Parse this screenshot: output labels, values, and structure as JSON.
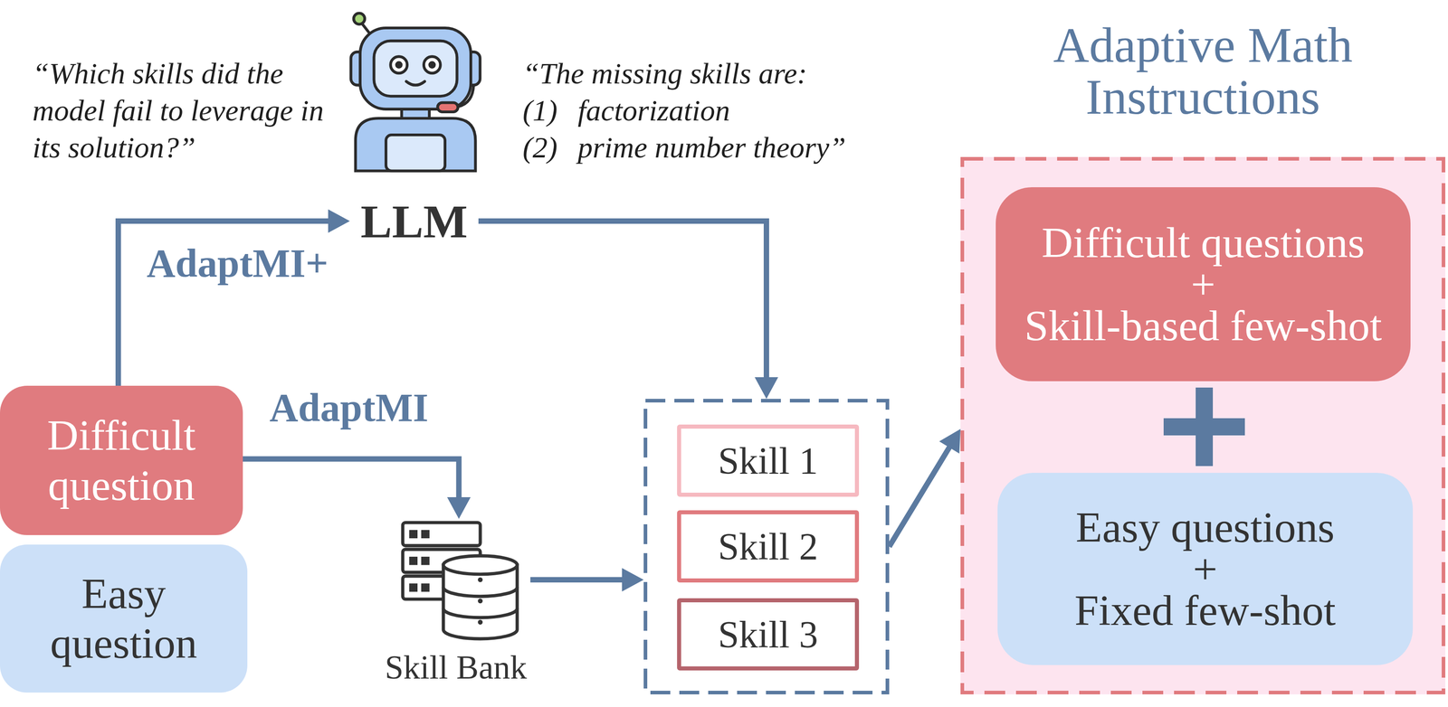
{
  "diagram": {
    "nodes": [
      {
        "text": [
          "Difficult question"
        ]
      },
      {
        "text": [
          "Easy question"
        ]
      },
      {
        "text": [
          "LLM"
        ]
      },
      {
        "text": [
          "Skill Bank"
        ]
      },
      {
        "text": []
      },
      {
        "text": [
          "Skill 1"
        ],
        "in": 4
      },
      {
        "text": [
          "Skill 2"
        ],
        "in": 4
      },
      {
        "text": [
          "Skill 3"
        ],
        "in": 4
      },
      {
        "text": [
          "Adaptive Math Instructions"
        ]
      },
      {
        "text": [
          "Difficult questions",
          "+",
          "Skill-based few-shot"
        ],
        "in": 8
      },
      {
        "text": [
          "Easy questions",
          "+",
          "Fixed few-shot"
        ],
        "in": 8
      }
    ],
    "edges": [
      {
        "from": 0,
        "to": 2,
        "label": "AdaptMI+",
        "arrow": "to"
      },
      {
        "from": 2,
        "to": 4,
        "arrow": "to"
      },
      {
        "from": 0,
        "to": 3,
        "label": "AdaptMI",
        "arrow": "to"
      },
      {
        "from": 3,
        "to": 4,
        "arrow": "to"
      },
      {
        "from": 4,
        "to": 8,
        "arrow": "to"
      }
    ],
    "labels": [
      "“Which skills did the model fail to leverage in its solution?”",
      "“The missing skills are:",
      "(1)",
      "factorization",
      "(2)",
      "prime number theory”"
    ]
  }
}
